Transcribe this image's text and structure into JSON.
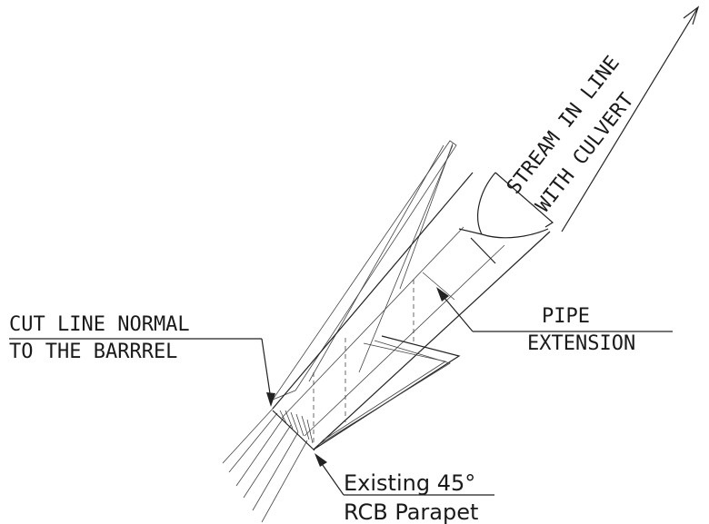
{
  "labels": {
    "stream": [
      "STREAM IN LINE",
      "WITH CULVERT"
    ],
    "cut_line": [
      "CUT LINE NORMAL",
      "TO THE BARRREL"
    ],
    "pipe_extension": [
      "PIPE",
      "EXTENSION"
    ],
    "parapet": [
      "Existing 45°",
      "RCB Parapet"
    ]
  }
}
